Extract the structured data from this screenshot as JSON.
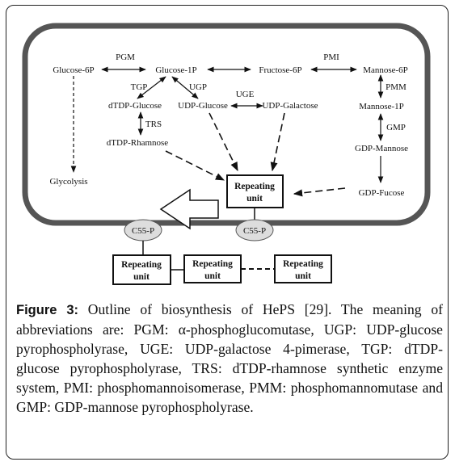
{
  "nodes": {
    "glucose_6p": "Glucose-6P",
    "glucose_1p": "Glucose-1P",
    "fructose_6p": "Fructose-6P",
    "mannose_6p": "Mannose-6P",
    "mannose_1p": "Mannose-1P",
    "gdp_mannose": "GDP-Mannose",
    "gdp_fucose": "GDP-Fucose",
    "dtdp_glucose": "dTDP-Glucose",
    "dtdp_rhamnose": "dTDP-Rhamnose",
    "udp_glucose": "UDP-Glucose",
    "udp_galactose": "UDP-Galactose",
    "glycolysis": "Glycolysis",
    "c55p_left": "C55-P",
    "c55p_right": "C55-P"
  },
  "enzymes": {
    "pgm": "PGM",
    "pmi": "PMI",
    "tgp": "TGP",
    "ugp": "UGP",
    "uge": "UGE",
    "trs": "TRS",
    "pmm": "PMM",
    "gmp": "GMP"
  },
  "boxes": {
    "inner_line1": "Repeating",
    "inner_line2": "unit",
    "chain1_line1": "Repeating",
    "chain1_line2": "unit",
    "chain2_line1": "Repeating",
    "chain2_line2": "unit",
    "chain3_line1": "Repeating",
    "chain3_line2": "unit"
  },
  "caption": {
    "label": "Figure 3:",
    "text": " Outline of biosynthesis of HePS [29]. The meaning of abbreviations are: PGM: α-phosphoglucomutase, UGP: UDP-glucose pyrophospholyrase, UGE: UDP-galactose 4-pimerase, TGP: dTDP-glucose pyrophospholyrase, TRS: dTDP-rhamnose synthetic enzyme system, PMI: phosphomannoisomerase, PMM: phosphomannomutase and GMP: GDP-mannose pyrophospholyrase."
  }
}
